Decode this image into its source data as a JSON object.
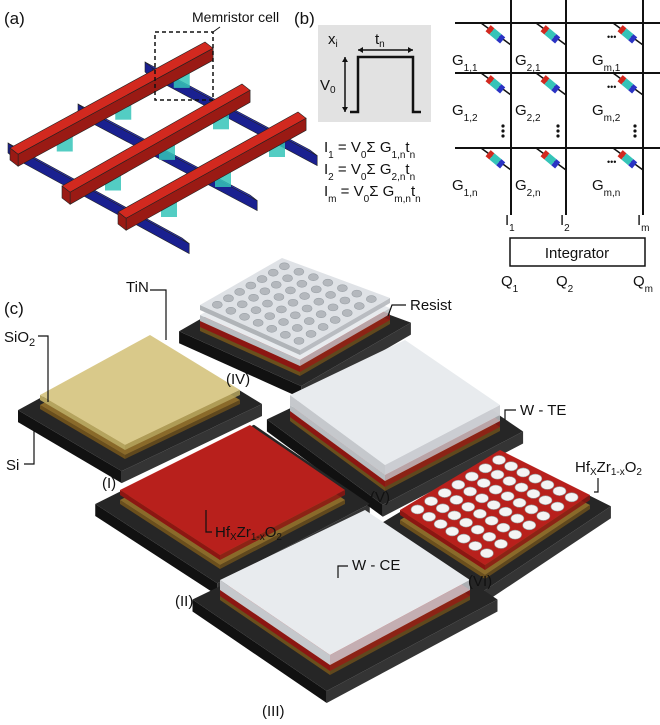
{
  "panels": {
    "a": "(a)",
    "b": "(b)",
    "c": "(c)"
  },
  "panel_a": {
    "memristor_cell_label": "Memristor cell"
  },
  "colors": {
    "top_electrode": "#d2291f",
    "bottom_electrode": "#2a33c4",
    "switching_layer": "#35c4b8",
    "tin": "#d9c98a",
    "red_film": "#b8201c",
    "white_film": "#e8ebee",
    "substrate": "#262626"
  },
  "panel_b": {
    "pulse": {
      "x": "x",
      "x_sub": "i",
      "t": "t",
      "t_sub": "n",
      "v": "V",
      "v_sub": "0"
    },
    "equations": [
      {
        "lhs": "I",
        "lhs_sub": "1",
        "v_sub": "0",
        "g_sub": "1,n",
        "t_sub": "n"
      },
      {
        "lhs": "I",
        "lhs_sub": "2",
        "v_sub": "0",
        "g_sub": "2,n",
        "t_sub": "n"
      },
      {
        "lhs": "I",
        "lhs_sub": "m",
        "v_sub": "0",
        "g_sub": "m,n",
        "t_sub": "n"
      }
    ],
    "eq_text": {
      "eq": " = V",
      "sigma": "Σ G",
      "t": "t"
    },
    "conductances": [
      [
        "1,1",
        "2,1",
        "m,1"
      ],
      [
        "1,2",
        "2,2",
        "m,2"
      ],
      [
        "1,n",
        "2,n",
        "m,n"
      ]
    ],
    "g": "G",
    "currents": [
      "1",
      "2",
      "m"
    ],
    "charges": [
      "1",
      "2",
      "m"
    ],
    "i": "I",
    "q": "Q",
    "integrator": "Integrator",
    "dots": "•••"
  },
  "panel_c": {
    "steps": [
      "(I)",
      "(II)",
      "(III)",
      "(IV)",
      "(V)",
      "(VI)"
    ],
    "labels": {
      "tin": "TiN",
      "sio2": {
        "base": "SiO",
        "sub": "2"
      },
      "si": "Si",
      "resist": "Resist",
      "w_te": "W - TE",
      "w_ce": "W - CE",
      "hzo": {
        "a": "Hf",
        "a_sub": "X",
        "b": "Zr",
        "b_sub": "1-x",
        "c": "O",
        "c_sub": "2"
      }
    }
  }
}
